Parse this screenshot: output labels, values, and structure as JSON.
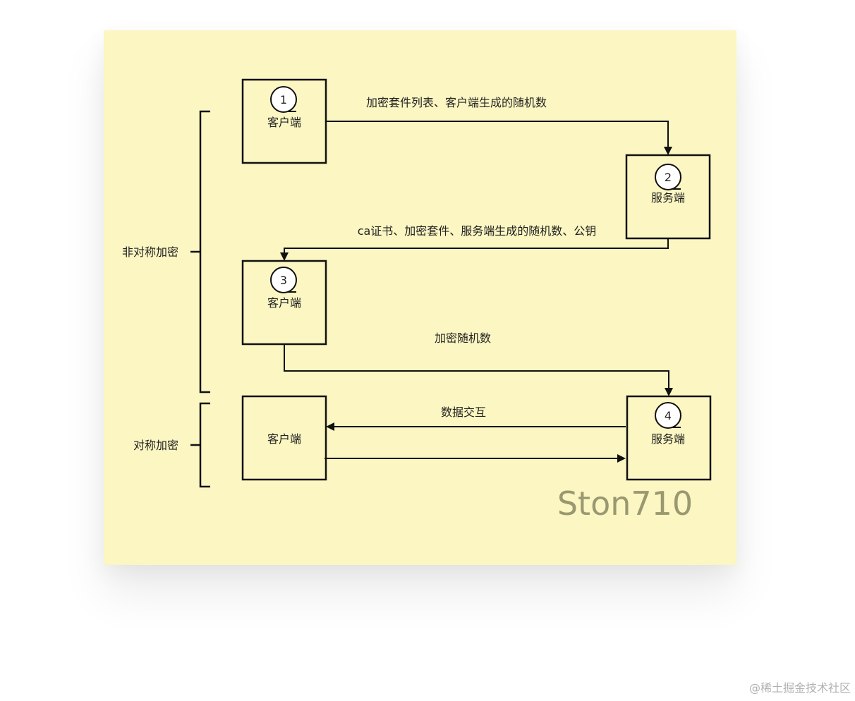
{
  "colors": {
    "background": "#fbf6c2",
    "stroke": "#111111",
    "watermark": "#9a9870"
  },
  "nodes": [
    {
      "id": "n1",
      "number": "1",
      "label": "客户端"
    },
    {
      "id": "n2",
      "number": "2",
      "label": "服务端"
    },
    {
      "id": "n3",
      "number": "3",
      "label": "客户端"
    },
    {
      "id": "n4",
      "number": "4",
      "label": "服务端"
    },
    {
      "id": "n5",
      "number": "",
      "label": "客户端"
    }
  ],
  "edges": [
    {
      "id": "e1",
      "from": "n1",
      "to": "n2",
      "label": "加密套件列表、客户端生成的随机数"
    },
    {
      "id": "e2",
      "from": "n2",
      "to": "n3",
      "label": "ca证书、加密套件、服务端生成的随机数、公钥"
    },
    {
      "id": "e3",
      "from": "n3",
      "to": "n4",
      "label": "加密随机数"
    },
    {
      "id": "e4",
      "from": "n4",
      "to": "n5",
      "label": "数据交互"
    },
    {
      "id": "e5",
      "from": "n5",
      "to": "n4",
      "label": ""
    }
  ],
  "groups": [
    {
      "id": "g1",
      "label": "非对称加密"
    },
    {
      "id": "g2",
      "label": "对称加密"
    }
  ],
  "watermark": "Ston710",
  "site_watermark": "@稀土掘金技术社区"
}
